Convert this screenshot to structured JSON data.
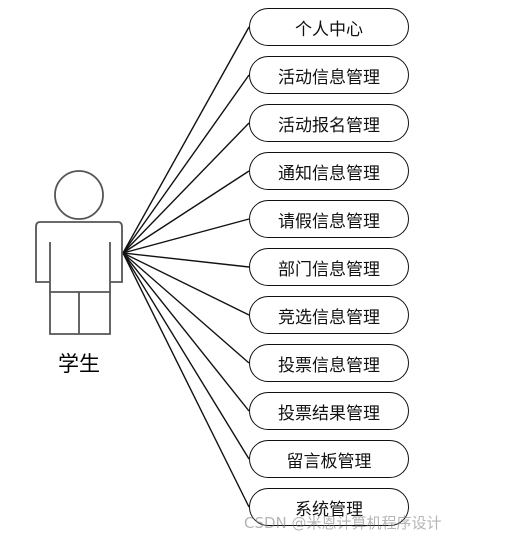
{
  "actor": {
    "label": "学生"
  },
  "use_cases": [
    "个人中心",
    "活动信息管理",
    "活动报名管理",
    "通知信息管理",
    "请假信息管理",
    "部门信息管理",
    "竞选信息管理",
    "投票信息管理",
    "投票结果管理",
    "留言板管理",
    "系统管理"
  ],
  "watermark": "CSDN @米恩计算机程序设计"
}
